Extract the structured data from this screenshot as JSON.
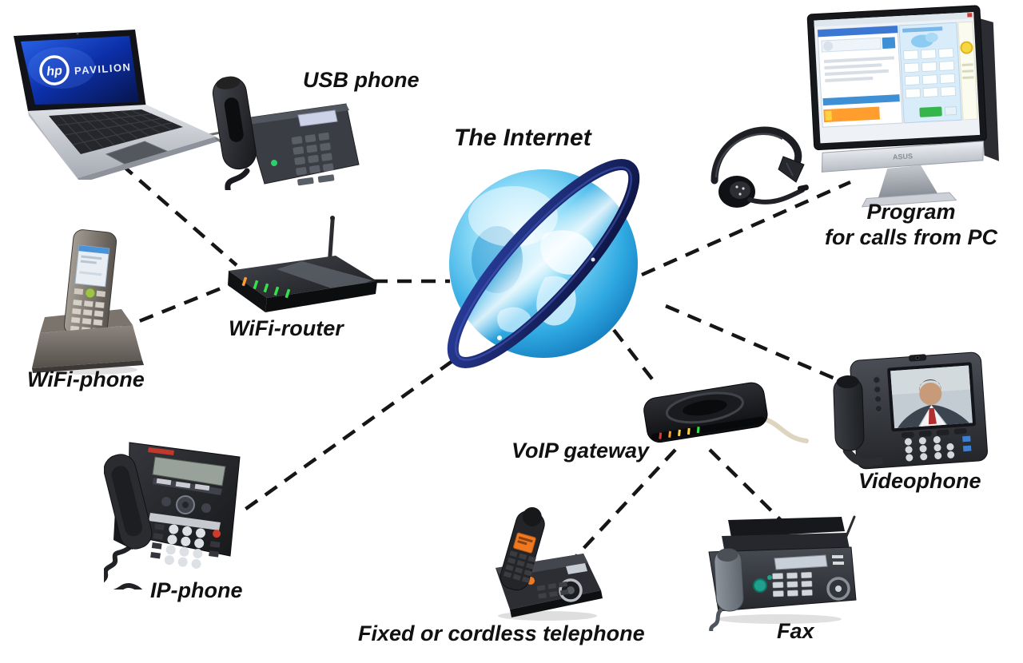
{
  "diagram": {
    "title": "The Internet",
    "labels": {
      "internet": "The Internet",
      "usb_phone": "USB phone",
      "program_line1": "Program",
      "program_line2": "for calls from PC",
      "wifi_router": "WiFi-router",
      "wifi_phone": "WiFi-phone",
      "ip_phone": "IP-phone",
      "voip_gateway": "VoIP gateway",
      "videophone": "Videophone",
      "fixed_or_cordless": "Fixed or cordless telephone",
      "fax": "Fax"
    },
    "devices": {
      "laptop": {
        "logo": "hp",
        "brand": "PAVILION"
      },
      "monitor": {
        "brand": "ASUS"
      }
    },
    "connections": [
      {
        "from": "laptop",
        "to": "wifi-router"
      },
      {
        "from": "wifi-phone",
        "to": "wifi-router"
      },
      {
        "from": "wifi-router",
        "to": "internet"
      },
      {
        "from": "internet",
        "to": "pc-program"
      },
      {
        "from": "internet",
        "to": "videophone"
      },
      {
        "from": "internet",
        "to": "voip-gateway"
      },
      {
        "from": "internet",
        "to": "ip-phone"
      },
      {
        "from": "voip-gateway",
        "to": "fixed-or-cordless-telephone"
      },
      {
        "from": "voip-gateway",
        "to": "fax"
      }
    ],
    "colors": {
      "background": "#ffffff",
      "label_text": "#111111",
      "dash_line": "#161616",
      "globe_blue": "#2fb0e8",
      "globe_deep": "#0e6fb3",
      "ring_navy": "#17246e",
      "led_green": "#35e04c",
      "led_orange": "#ff9d2e",
      "laptop_screen_blue": "#0c2fa8",
      "call_button_green": "#35b64a",
      "banner_orange": "#ff9d2e",
      "handset_display_orange": "#f07820"
    }
  }
}
